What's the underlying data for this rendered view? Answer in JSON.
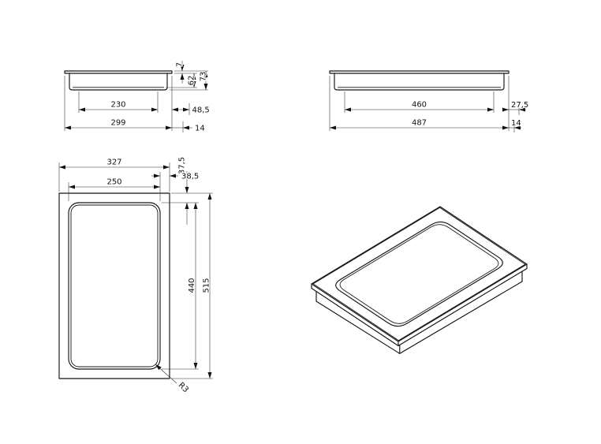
{
  "drawing": {
    "side_small": {
      "thickness": "7",
      "depth": "62",
      "height": "73",
      "base_width": "230",
      "flange_offset": "48,5",
      "overall_width": "299",
      "edge_offset": "14"
    },
    "side_large": {
      "base_width": "460",
      "flange_offset": "27,5",
      "overall_width": "487",
      "edge_offset": "14"
    },
    "plan": {
      "outer_width": "327",
      "inner_width": "250",
      "margin_vertical": "37,5",
      "margin_horizontal": "38,5",
      "inner_length": "440",
      "outer_length": "515",
      "corner_radius": "R3"
    }
  }
}
